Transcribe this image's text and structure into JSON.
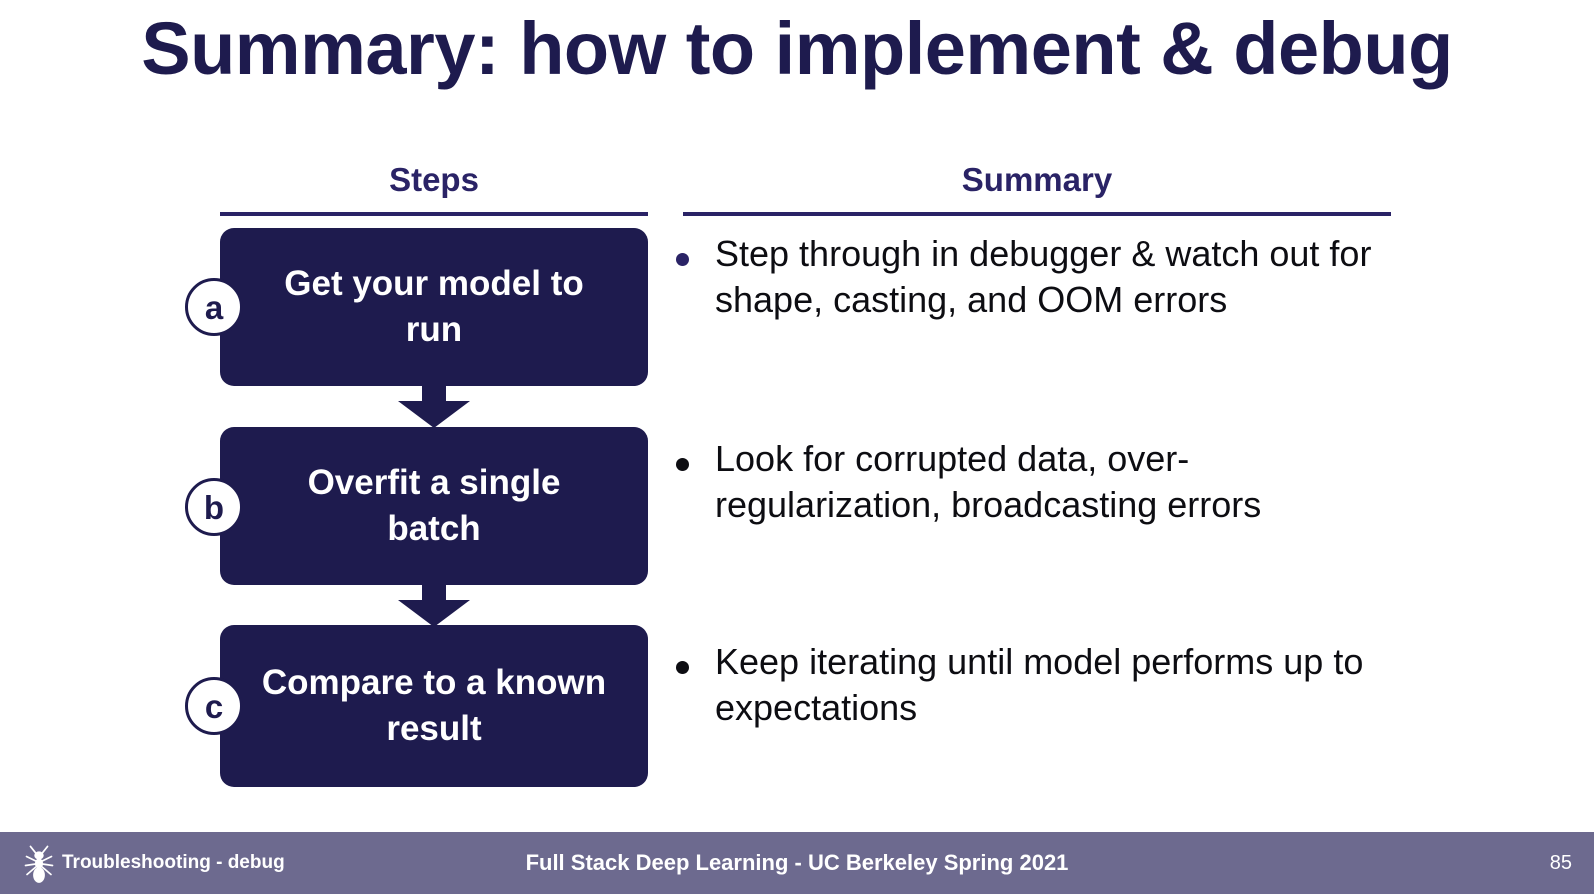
{
  "slide": {
    "title": "Summary: how to implement & debug",
    "colors": {
      "navy": "#1e1b4e",
      "header_navy": "#2a2366",
      "footer_bar": "#6d6a8f",
      "body_text": "#0d0d12",
      "background": "#ffffff"
    }
  },
  "columns": {
    "steps_header": "Steps",
    "summary_header": "Summary"
  },
  "steps": [
    {
      "badge": "a",
      "label": "Get your model to run"
    },
    {
      "badge": "b",
      "label": "Overfit a single batch"
    },
    {
      "badge": "c",
      "label": "Compare to a known result"
    }
  ],
  "summary_bullets": [
    {
      "text": "Step through in debugger & watch out for shape, casting, and OOM errors",
      "dot_color": "#2a2366"
    },
    {
      "text": "Look for corrupted data, over-regularization, broadcasting errors",
      "dot_color": "#0d0d12"
    },
    {
      "text": "Keep iterating until model performs up to expectations",
      "dot_color": "#0d0d12"
    }
  ],
  "footer": {
    "logo_icon": "ant-logo-icon",
    "left_text": "Troubleshooting - debug",
    "center_text": "Full Stack Deep Learning - UC Berkeley Spring 2021",
    "page_number": "85"
  }
}
